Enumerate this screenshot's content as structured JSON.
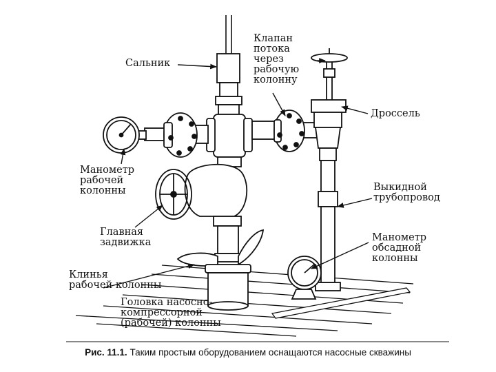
{
  "labels": {
    "salnik": [
      "Сальник"
    ],
    "klapan": [
      "Клапан",
      "потока",
      "через",
      "рабочую",
      "колонну"
    ],
    "drossel": [
      "Дроссель"
    ],
    "manometr_rab": [
      "Манометр",
      "рабочей",
      "колонны"
    ],
    "vykidnoy": [
      "Выкидной",
      "трубопровод"
    ],
    "zadvizhka": [
      "Главная",
      "задвижка"
    ],
    "manometr_obs": [
      "Манометр",
      "обсадной",
      "колонны"
    ],
    "klinya": [
      "Клинья",
      "рабочей  колонны"
    ],
    "golovka": [
      "Головка насосно-",
      "компрессорной",
      "(рабочей)  колонны"
    ]
  },
  "caption": {
    "prefix": "Рис. 11.1.",
    "text": "Таким простым оборудованием оснащаются насосные скважины"
  }
}
